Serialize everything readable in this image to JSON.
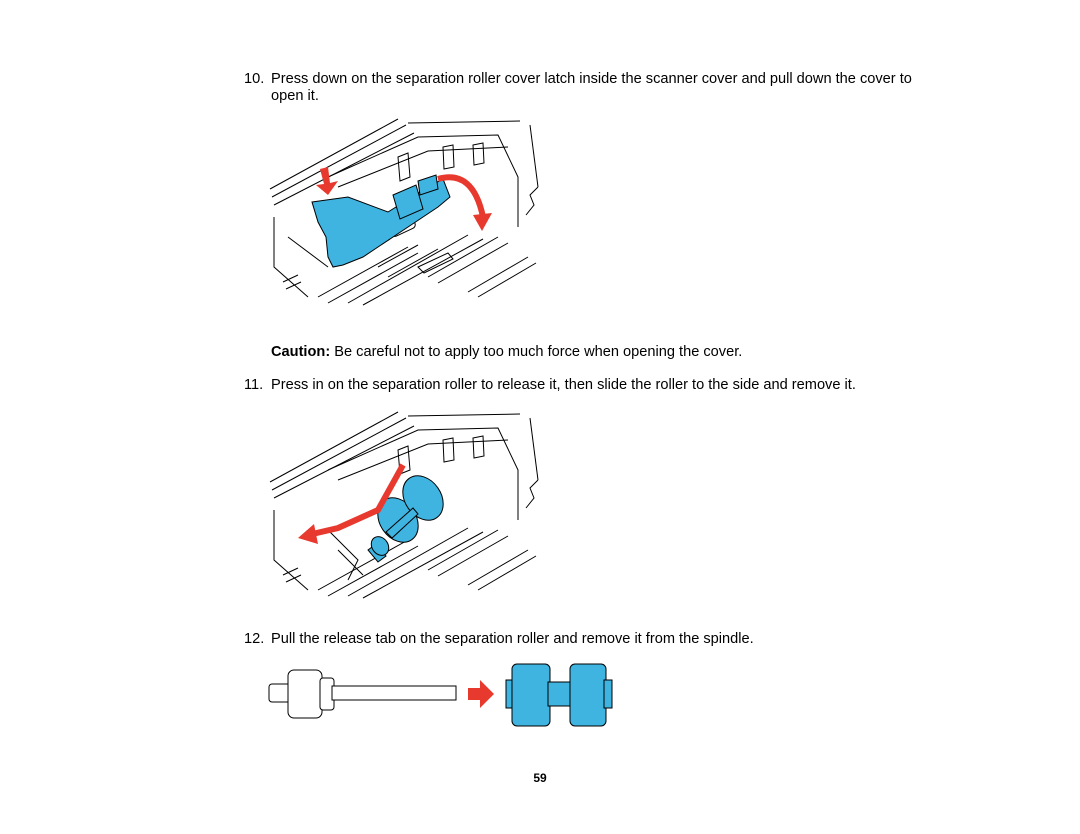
{
  "steps": [
    {
      "number": "10.",
      "text": "Press down on the separation roller cover latch inside the scanner cover and pull down the cover to open it."
    },
    {
      "number": "11.",
      "text": "Press in on the separation roller to release it, then slide the roller to the side and remove it."
    },
    {
      "number": "12.",
      "text": "Pull the release tab on the separation roller and remove it from the spindle."
    }
  ],
  "caution": {
    "label": "Caution:",
    "text": "Be careful not to apply too much force when opening the cover."
  },
  "page_number": "59",
  "colors": {
    "part_blue": "#3fb4e1",
    "arrow_red": "#e8392e",
    "line": "#000000"
  }
}
